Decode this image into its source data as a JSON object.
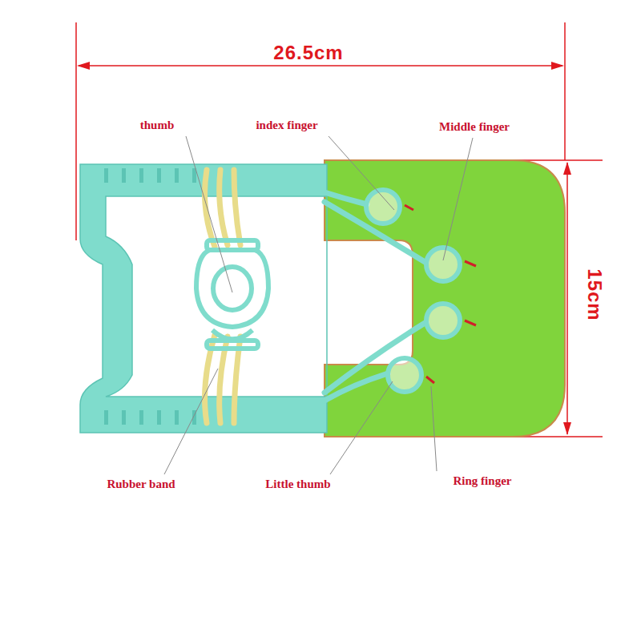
{
  "diagram": {
    "labels": [
      "26.5cm",
      "15cm",
      "thumb",
      "index finger",
      "Middle finger",
      "Rubber band",
      "Little thumb",
      "Ring finger"
    ]
  }
}
